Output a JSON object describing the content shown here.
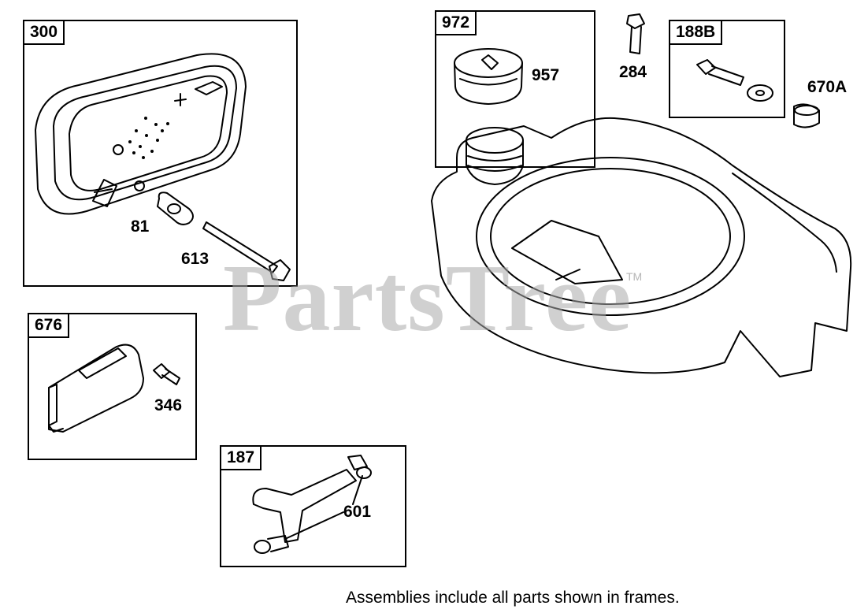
{
  "frames": {
    "f300": "300",
    "f676": "676",
    "f187": "187",
    "f972": "972",
    "f188b": "188B"
  },
  "parts": {
    "p81": "81",
    "p613": "613",
    "p346": "346",
    "p601": "601",
    "p957": "957",
    "p284": "284",
    "p670a": "670A"
  },
  "watermark": {
    "text": "PartsTree",
    "tm": "TM"
  },
  "caption": "Assemblies include all parts shown in frames."
}
